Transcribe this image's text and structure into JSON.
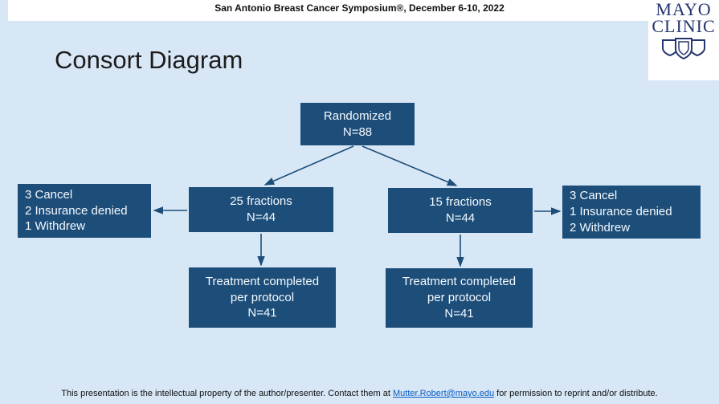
{
  "header": {
    "symposium": "San Antonio Breast Cancer Symposium®, December 6-10, 2022"
  },
  "logo": {
    "line1": "MAYO",
    "line2": "CLINIC"
  },
  "title": "Consort Diagram",
  "diagram": {
    "randomized": {
      "line1": "Randomized",
      "line2": "N=88"
    },
    "arm_left": {
      "line1": "25 fractions",
      "line2": "N=44"
    },
    "arm_right": {
      "line1": "15 fractions",
      "line2": "N=44"
    },
    "excluded_left": {
      "lines": [
        "3 Cancel",
        "2 Insurance denied",
        "1 Withdrew"
      ]
    },
    "excluded_right": {
      "lines": [
        "3 Cancel",
        "1 Insurance denied",
        "2 Withdrew"
      ]
    },
    "completed_left": {
      "line1": "Treatment completed",
      "line2": "per protocol",
      "line3": "N=41"
    },
    "completed_right": {
      "line1": "Treatment completed",
      "line2": "per protocol",
      "line3": "N=41"
    }
  },
  "footer": {
    "prefix": "This presentation is the intellectual property of the author/presenter. Contact them at ",
    "link": "Mutter.Robert@mayo.edu",
    "suffix": " for permission to reprint and/or distribute."
  },
  "colors": {
    "background": "#d7e7f6",
    "box": "#1d4e79",
    "arrow": "#1d4e79",
    "logo": "#25356e",
    "link": "#0a5bc4"
  }
}
